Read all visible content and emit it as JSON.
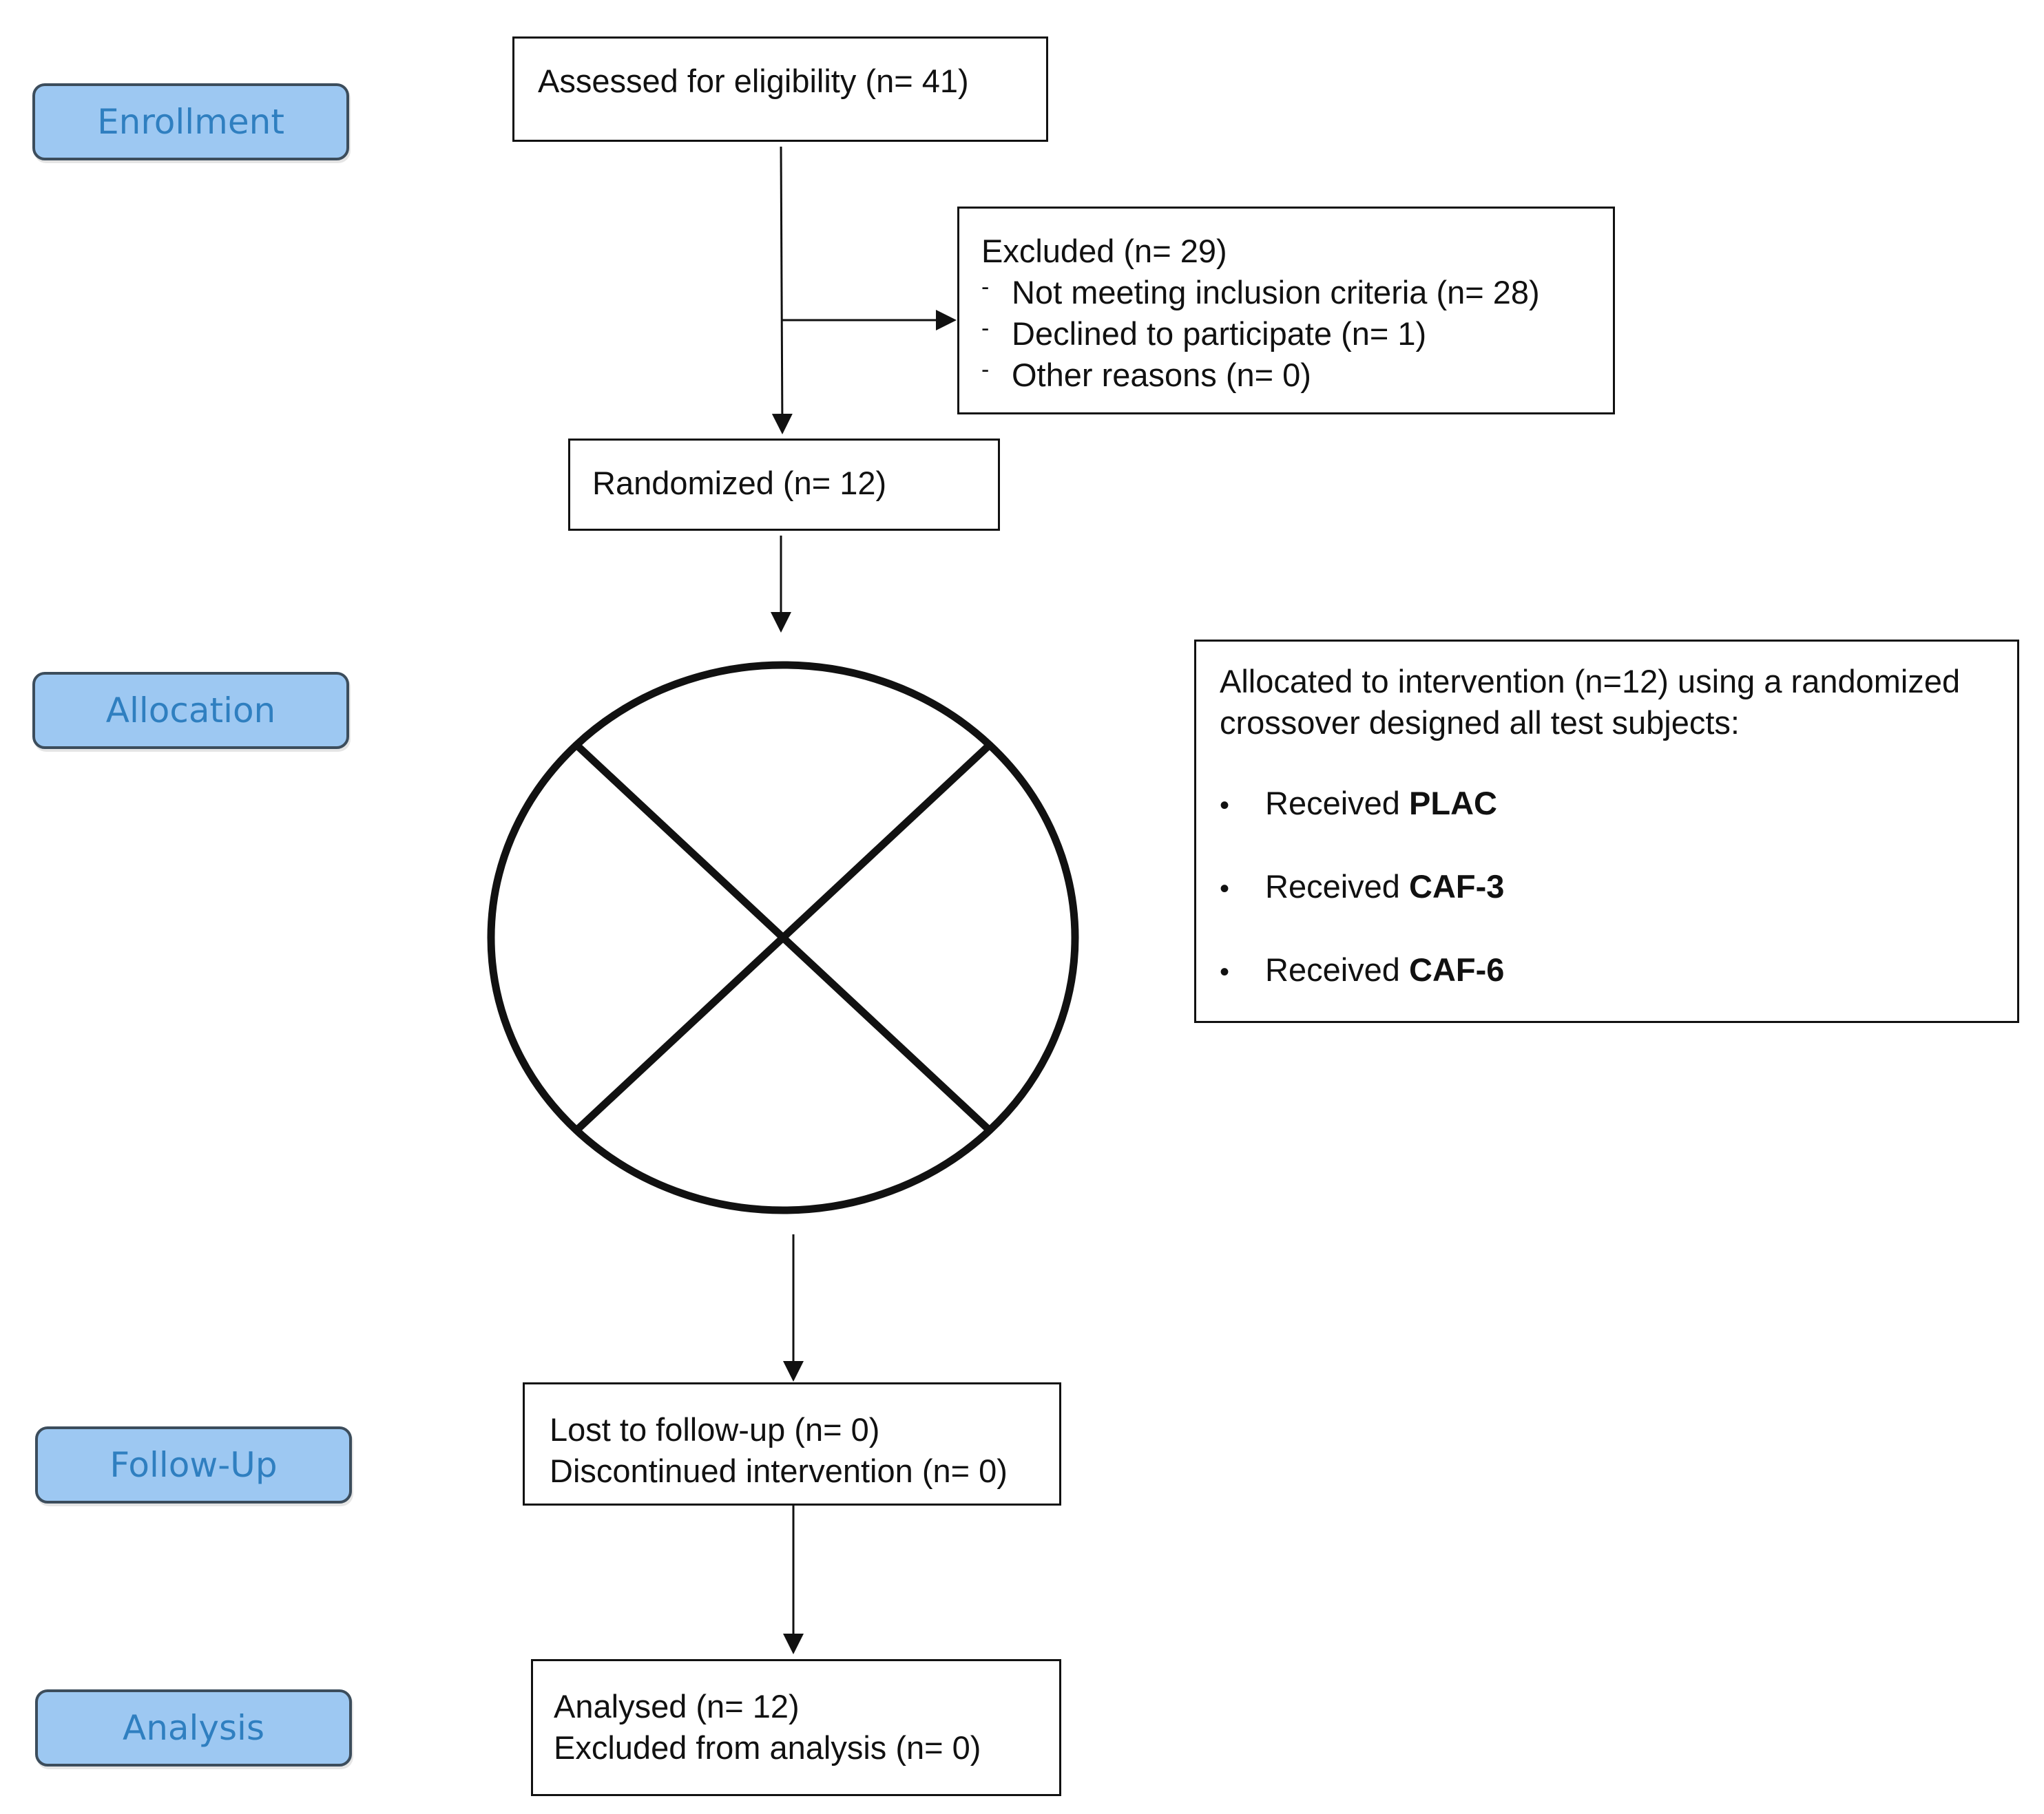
{
  "phases": {
    "enrollment": "Enrollment",
    "allocation": "Allocation",
    "follow_up": "Follow-Up",
    "analysis": "Analysis"
  },
  "assessed": "Assessed for eligibility (n= 41)",
  "excluded": {
    "title": "Excluded (n= 29)",
    "items": [
      "Not meeting inclusion criteria (n= 28)",
      "Declined to participate (n= 1)",
      "Other reasons (n= 0)"
    ],
    "item_marker": "-"
  },
  "randomized": "Randomized (n= 12)",
  "allocated": {
    "line1": "Allocated to intervention (n=12) using a randomized",
    "line2": "crossover designed all test subjects:",
    "bullet_marker": "•",
    "items": [
      {
        "prefix": "Received",
        "treatment": "PLAC"
      },
      {
        "prefix": "Received",
        "treatment": "CAF-3"
      },
      {
        "prefix": "Received",
        "treatment": "CAF-6"
      }
    ]
  },
  "follow_up": {
    "lost": "Lost to follow-up (n= 0)",
    "discontinued": "Discontinued intervention (n= 0)"
  },
  "analysis": {
    "analysed": "Analysed (n= 12)",
    "excluded": "Excluded from analysis (n= 0)"
  },
  "colors": {
    "phase_fill": "#9dc8f2",
    "phase_text": "#2f7fc0",
    "stroke": "#111111"
  }
}
